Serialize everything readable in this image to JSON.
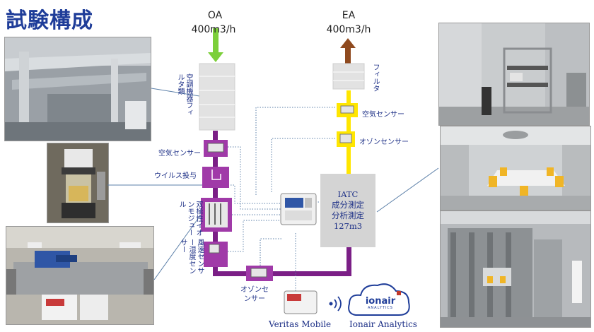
{
  "title": "試験構成",
  "oa": {
    "label": "OA",
    "flow": "400m3/h"
  },
  "ea": {
    "label": "EA",
    "flow": "400m3/h"
  },
  "labels": {
    "ahu": "空調機器フィルタ類",
    "filter": "フィルタ",
    "air_sensor_right": "空気センサー",
    "ozone_sensor_right": "オゾンセンサー",
    "air_sensor_left": "空気センサー",
    "virus": "ウイルス投与",
    "bipolar": "双極性イオンモジュール",
    "wind": "風速センサー湿度センサー",
    "ozone_bottom": "オゾンセンサー"
  },
  "iatc": {
    "line1": "IATC",
    "line2": "成分測定",
    "line3": "分析測定",
    "line4": "127m3"
  },
  "bottom": {
    "veritas": "Veritas Mobile",
    "ionair_analytics": "Ionair Analytics"
  },
  "ionair_logo": {
    "brand": "ionair",
    "sub": "ANALYTICS"
  },
  "colors": {
    "duct_purple": "#7b1f86",
    "oa_arrow": "#7ccf3a",
    "ea_arrow": "#8f4a1f",
    "sensor_line": "#ffe600",
    "text_blue": "#1c2f86"
  }
}
